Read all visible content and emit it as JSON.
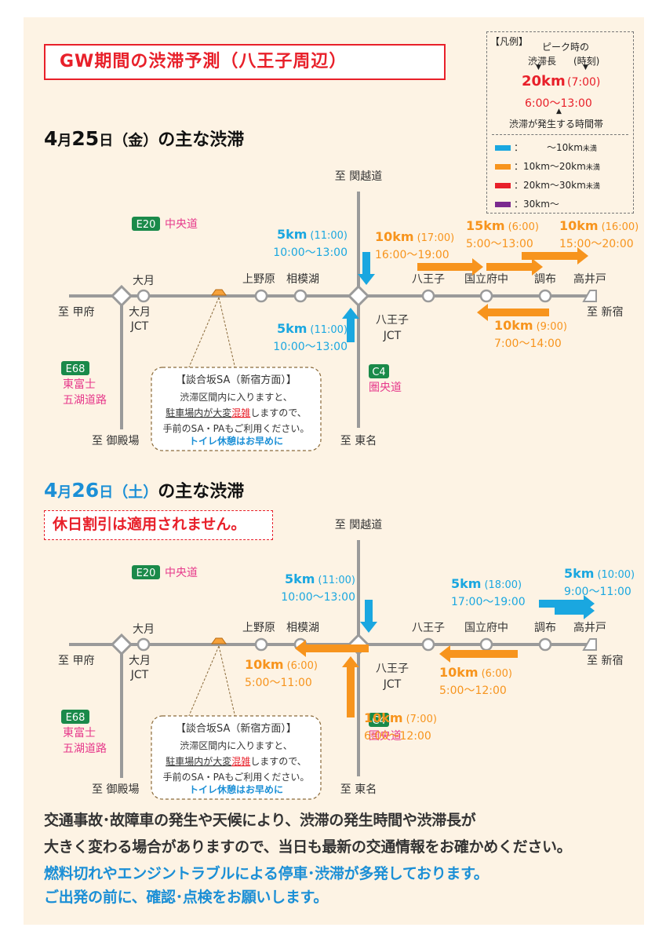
{
  "title": "GW期間の渋滞予測（八王子周辺）",
  "legend": {
    "header": "【凡例】",
    "peak_label": "ピーク時の",
    "length_label": "渋滞長",
    "time_label": "(時刻)",
    "example_value": "20km",
    "example_time": "(7:00)",
    "example_range": "6:00～13:00",
    "period_label": "渋滞が発生する時間帯",
    "scale": [
      {
        "color": "#1aa7e0",
        "label": "：　　　～10km",
        "suffix": "未満"
      },
      {
        "color": "#f7941d",
        "label": "：10km～20km",
        "suffix": "未満"
      },
      {
        "color": "#e8202a",
        "label": "：20km～30km",
        "suffix": "未満"
      },
      {
        "color": "#7b2a8f",
        "label": "：30km～",
        "suffix": ""
      }
    ]
  },
  "day1": {
    "date_num": "4",
    "date_m": "月",
    "date_d": "25",
    "date_day": "日",
    "weekday": "（金）",
    "suffix": "の主な渋滞"
  },
  "day2": {
    "date_num": "4",
    "date_m": "月",
    "date_d": "26",
    "date_day": "日",
    "weekday": "（土）",
    "suffix": "の主な渋滞",
    "notice": "休日割引は適用されません。"
  },
  "map": {
    "to_kanetsu": "至 関越道",
    "to_tomei": "至 東名",
    "to_kofu": "至 甲府",
    "to_shinjuku": "至 新宿",
    "to_gotemba": "至 御殿場",
    "otsuki": "大月",
    "otsuki_jct_1": "大月",
    "otsuki_jct_2": "JCT",
    "uenohara": "上野原",
    "sagamiko": "相模湖",
    "hachioji_ic": "八王子",
    "kunitachi": "国立府中",
    "chofu": "調布",
    "takaido": "高井戸",
    "hachioji_jct_1": "八王子",
    "hachioji_jct_2": "JCT",
    "e20": "E20",
    "chuo": "中央道",
    "e68": "E68",
    "higashifuji_1": "東富士",
    "higashifuji_2": "五湖道路",
    "c4": "C4",
    "kenodo": "圏央道",
    "sa_title": "【談合坂SA（新宿方面）】",
    "sa_line1": "渋滞区間内に入りますと、",
    "sa_line2a": "駐車場内が大変",
    "sa_line2b": "混雑",
    "sa_line2c": "しますので、",
    "sa_line3": "手前のSA・PAもご利用ください。",
    "sa_line4": "トイレ休憩はお早めに"
  },
  "day1_jams": [
    {
      "km": "5km",
      "time": "(11:00)",
      "range": "10:00～13:00",
      "color": "#1aa7e0"
    },
    {
      "km": "5km",
      "time": "(11:00)",
      "range": "10:00～13:00",
      "color": "#1aa7e0"
    },
    {
      "km": "10km",
      "time": "(17:00)",
      "range": "16:00～19:00",
      "color": "#f7941d"
    },
    {
      "km": "15km",
      "time": "(6:00)",
      "range": "5:00～13:00",
      "color": "#f7941d"
    },
    {
      "km": "10km",
      "time": "(16:00)",
      "range": "15:00～20:00",
      "color": "#f7941d"
    },
    {
      "km": "10km",
      "time": "(9:00)",
      "range": "7:00～14:00",
      "color": "#f7941d"
    }
  ],
  "day2_jams": [
    {
      "km": "5km",
      "time": "(11:00)",
      "range": "10:00～13:00",
      "color": "#1aa7e0"
    },
    {
      "km": "5km",
      "time": "(18:00)",
      "range": "17:00～19:00",
      "color": "#1aa7e0"
    },
    {
      "km": "5km",
      "time": "(10:00)",
      "range": "9:00～11:00",
      "color": "#1aa7e0"
    },
    {
      "km": "10km",
      "time": "(6:00)",
      "range": "5:00～11:00",
      "color": "#f7941d"
    },
    {
      "km": "10km",
      "time": "(6:00)",
      "range": "5:00～12:00",
      "color": "#f7941d"
    },
    {
      "km": "10km",
      "time": "(7:00)",
      "range": "6:00～12:00",
      "color": "#f7941d"
    }
  ],
  "footer": {
    "line1": "交通事故･故障車の発生や天候により、渋滞の発生時間や渋滞長が",
    "line2": "大きく変わる場合がありますので、当日も最新の交通情報をお確かめください。",
    "line3": "燃料切れやエンジントラブルによる停車･渋滞が多発しております。",
    "line4": "ご出発の前に、確認･点検をお願いします。"
  },
  "colors": {
    "blue": "#1aa7e0",
    "orange": "#f7941d",
    "red": "#e8202a",
    "purple": "#7b2a8f",
    "road": "#9a9a9a",
    "green": "#1a8a4a",
    "pink": "#e6398b"
  }
}
